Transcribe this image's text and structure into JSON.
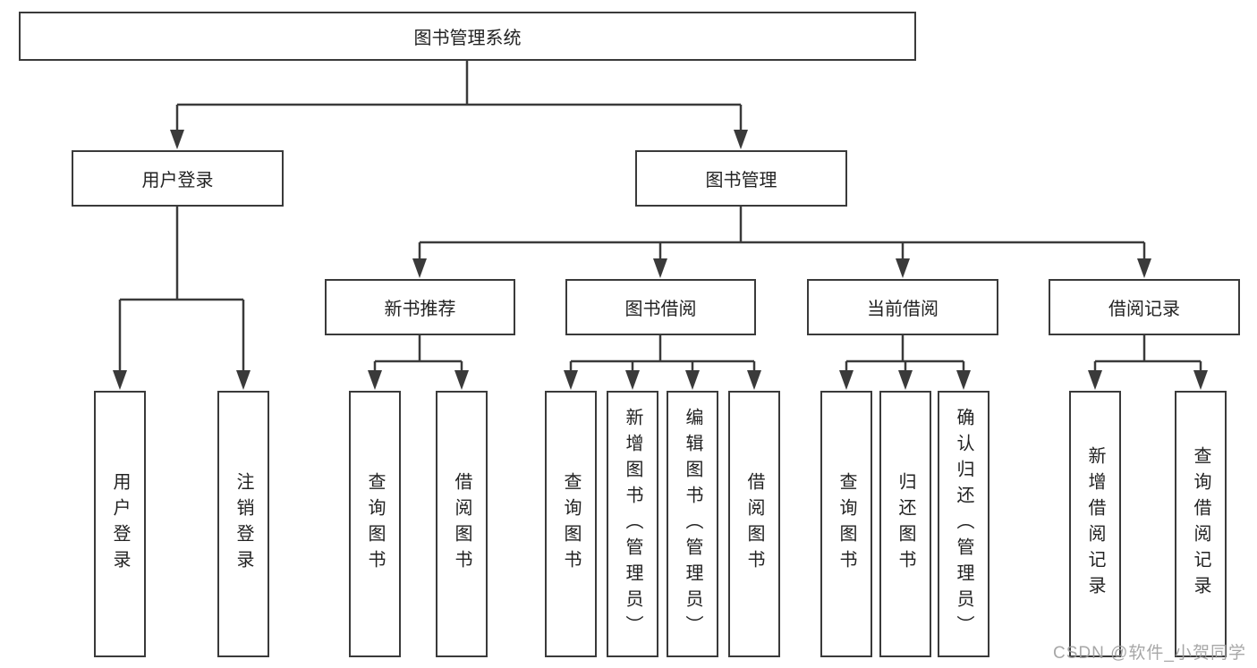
{
  "diagram_title": "图书管理系统",
  "tree": {
    "root": {
      "label": "图书管理系统"
    },
    "level2": [
      {
        "label": "用户登录",
        "children": [
          {
            "label": "用户登录"
          },
          {
            "label": "注销登录"
          }
        ]
      },
      {
        "label": "图书管理",
        "children": [
          {
            "label": "新书推荐",
            "children": [
              {
                "label": "查询图书"
              },
              {
                "label": "借阅图书"
              }
            ]
          },
          {
            "label": "图书借阅",
            "children": [
              {
                "label": "查询图书"
              },
              {
                "label": "新增图书（管理员）"
              },
              {
                "label": "编辑图书（管理员）"
              },
              {
                "label": "借阅图书"
              }
            ]
          },
          {
            "label": "当前借阅",
            "children": [
              {
                "label": "查询图书"
              },
              {
                "label": "归还图书"
              },
              {
                "label": "确认归还（管理员）"
              }
            ]
          },
          {
            "label": "借阅记录",
            "children": [
              {
                "label": "新增借阅记录"
              },
              {
                "label": "查询借阅记录"
              }
            ]
          }
        ]
      }
    ]
  },
  "watermark": {
    "text": "CSDN @软件_小贺同学"
  },
  "colors": {
    "line": "#3a3a3a",
    "box_bg": "#ffffff",
    "text": "#222222",
    "watermark": "#9e9e9e",
    "page_bg": "#ffffff"
  }
}
